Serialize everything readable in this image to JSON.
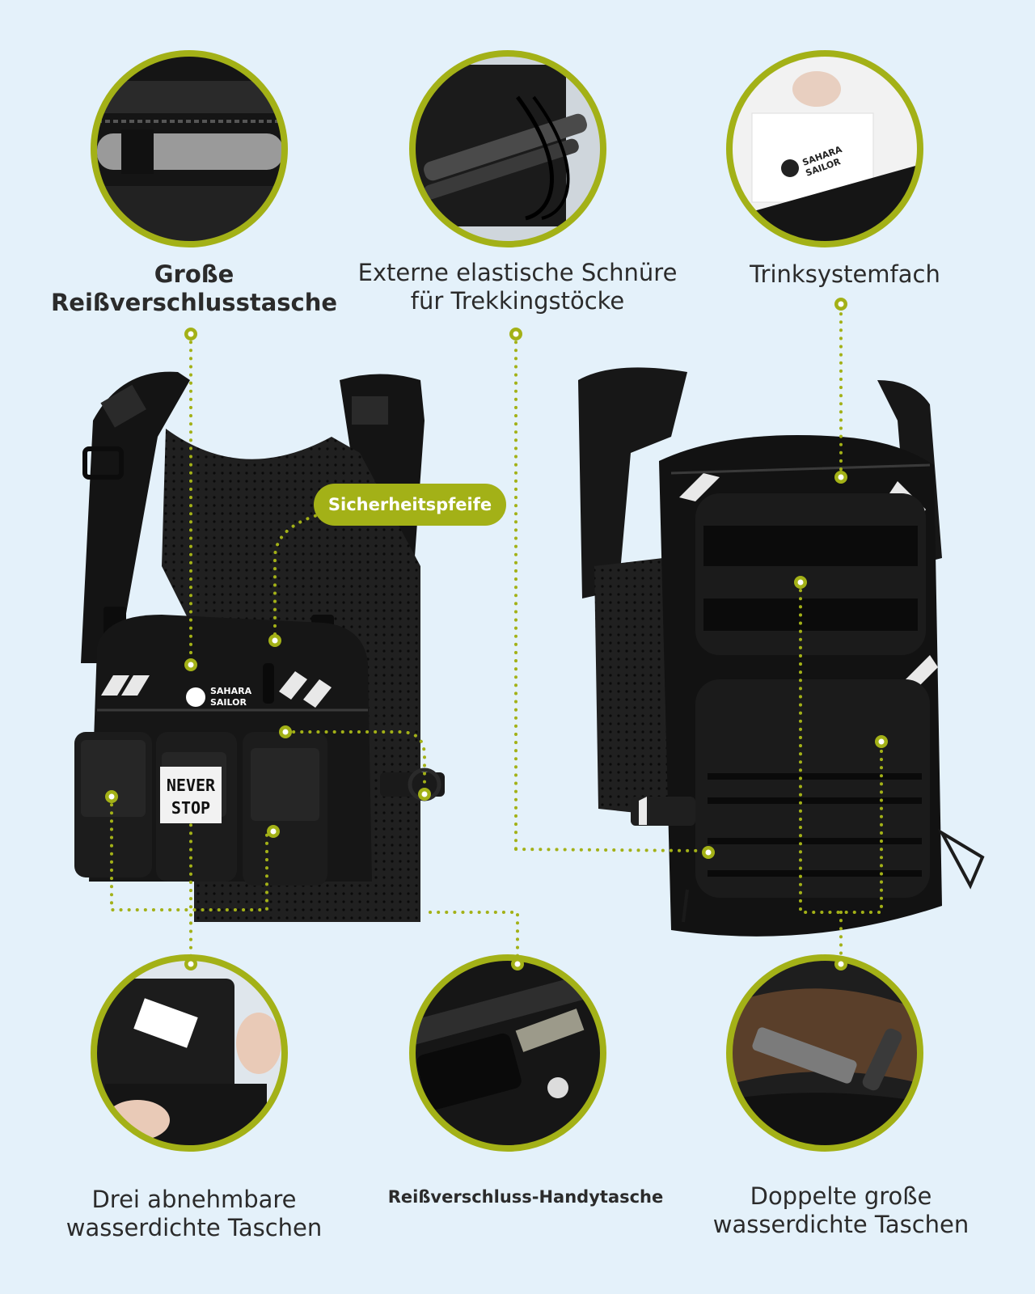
{
  "features": {
    "top_left": [
      "Große",
      "Reißverschlusstasche"
    ],
    "top_center": [
      "Externe elastische Schnüre",
      "für Trekkingstöcke"
    ],
    "top_right": [
      "Trinksystemfach"
    ],
    "bottom_left": [
      "Drei abnehmbare",
      "wasserdichte Taschen"
    ],
    "bottom_center": [
      "Reißverschluss-Handytasche"
    ],
    "bottom_right": [
      "Doppelte große",
      "wasserdichte Taschen"
    ],
    "whistle": "Sicherheitspfeife"
  },
  "branding": {
    "logo_line1": "SAHARA",
    "logo_line2": "SAILOR",
    "patch_line1": "NEVER",
    "patch_line2": "STOP"
  },
  "colors": {
    "accent": "#a3b117",
    "background": "#e4f1fa",
    "product": "#1a1a1a"
  }
}
